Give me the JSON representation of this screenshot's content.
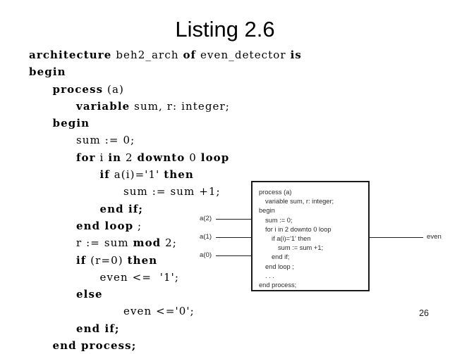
{
  "slide": {
    "title": "Listing 2.6",
    "page_number": "26",
    "background_color": "#ffffff",
    "text_color": "#000000"
  },
  "code_listing": {
    "language": "VHDL",
    "lines": [
      {
        "indent": 0,
        "tokens": [
          {
            "t": "kw",
            "s": "architecture"
          },
          {
            "t": "id",
            "s": " beh2_arch "
          },
          {
            "t": "kw",
            "s": "of"
          },
          {
            "t": "id",
            "s": " even_detector "
          },
          {
            "t": "kw",
            "s": "is"
          }
        ]
      },
      {
        "indent": 0,
        "tokens": [
          {
            "t": "kw",
            "s": "begin"
          }
        ]
      },
      {
        "indent": 1,
        "tokens": [
          {
            "t": "kw",
            "s": "process"
          },
          {
            "t": "id",
            "s": " (a)"
          }
        ]
      },
      {
        "indent": 2,
        "tokens": [
          {
            "t": "kw",
            "s": "variable"
          },
          {
            "t": "id",
            "s": " sum, r: integer;"
          }
        ]
      },
      {
        "indent": 1,
        "tokens": [
          {
            "t": "kw",
            "s": "begin"
          }
        ]
      },
      {
        "indent": 2,
        "tokens": [
          {
            "t": "id",
            "s": "sum := 0;"
          }
        ]
      },
      {
        "indent": 2,
        "tokens": [
          {
            "t": "kw",
            "s": "for"
          },
          {
            "t": "id",
            "s": " i "
          },
          {
            "t": "kw",
            "s": "in"
          },
          {
            "t": "id",
            "s": " 2 "
          },
          {
            "t": "kw",
            "s": "downto"
          },
          {
            "t": "id",
            "s": " 0 "
          },
          {
            "t": "kw",
            "s": "loop"
          }
        ]
      },
      {
        "indent": 3,
        "tokens": [
          {
            "t": "kw",
            "s": "if"
          },
          {
            "t": "id",
            "s": " a(i)='1' "
          },
          {
            "t": "kw",
            "s": "then"
          }
        ]
      },
      {
        "indent": 4,
        "tokens": [
          {
            "t": "id",
            "s": "sum := sum +1;"
          }
        ]
      },
      {
        "indent": 3,
        "tokens": [
          {
            "t": "kw",
            "s": "end if;"
          }
        ]
      },
      {
        "indent": 2,
        "tokens": [
          {
            "t": "kw",
            "s": "end loop"
          },
          {
            "t": "id",
            "s": " ;"
          }
        ]
      },
      {
        "indent": 2,
        "tokens": [
          {
            "t": "id",
            "s": "r := sum "
          },
          {
            "t": "kw",
            "s": "mod"
          },
          {
            "t": "id",
            "s": " 2;"
          }
        ]
      },
      {
        "indent": 2,
        "tokens": [
          {
            "t": "kw",
            "s": "if"
          },
          {
            "t": "id",
            "s": " (r=0) "
          },
          {
            "t": "kw",
            "s": "then"
          }
        ]
      },
      {
        "indent": 3,
        "tokens": [
          {
            "t": "id",
            "s": "even <=  '1';"
          }
        ]
      },
      {
        "indent": 2,
        "tokens": [
          {
            "t": "kw",
            "s": "else"
          }
        ]
      },
      {
        "indent": 4,
        "tokens": [
          {
            "t": "id",
            "s": "even <='0';"
          }
        ]
      },
      {
        "indent": 2,
        "tokens": [
          {
            "t": "kw",
            "s": "end if;"
          }
        ]
      },
      {
        "indent": 1,
        "tokens": [
          {
            "t": "kw",
            "s": "end process;"
          }
        ]
      }
    ]
  },
  "block_diagram": {
    "box_border_color": "#1a1a1a",
    "wire_color": "#1f1f1f",
    "inputs": [
      {
        "label": "a(2)"
      },
      {
        "label": "a(1)"
      },
      {
        "label": "a(0)"
      }
    ],
    "outputs": [
      {
        "label": "even"
      }
    ],
    "box_code_lines": [
      {
        "indent": 0,
        "text": "process (a)"
      },
      {
        "indent": 1,
        "text": "variable sum, r: integer;"
      },
      {
        "indent": 0,
        "text": "begin"
      },
      {
        "indent": 1,
        "text": "sum := 0;"
      },
      {
        "indent": 1,
        "text": "for i in 2 downto 0 loop"
      },
      {
        "indent": 2,
        "text": "if a(i)='1' then"
      },
      {
        "indent": 3,
        "text": "sum := sum +1;"
      },
      {
        "indent": 2,
        "text": "end if;"
      },
      {
        "indent": 1,
        "text": "end loop ;"
      },
      {
        "indent": 1,
        "text": ". . ."
      },
      {
        "indent": 0,
        "text": "end process;"
      }
    ]
  }
}
